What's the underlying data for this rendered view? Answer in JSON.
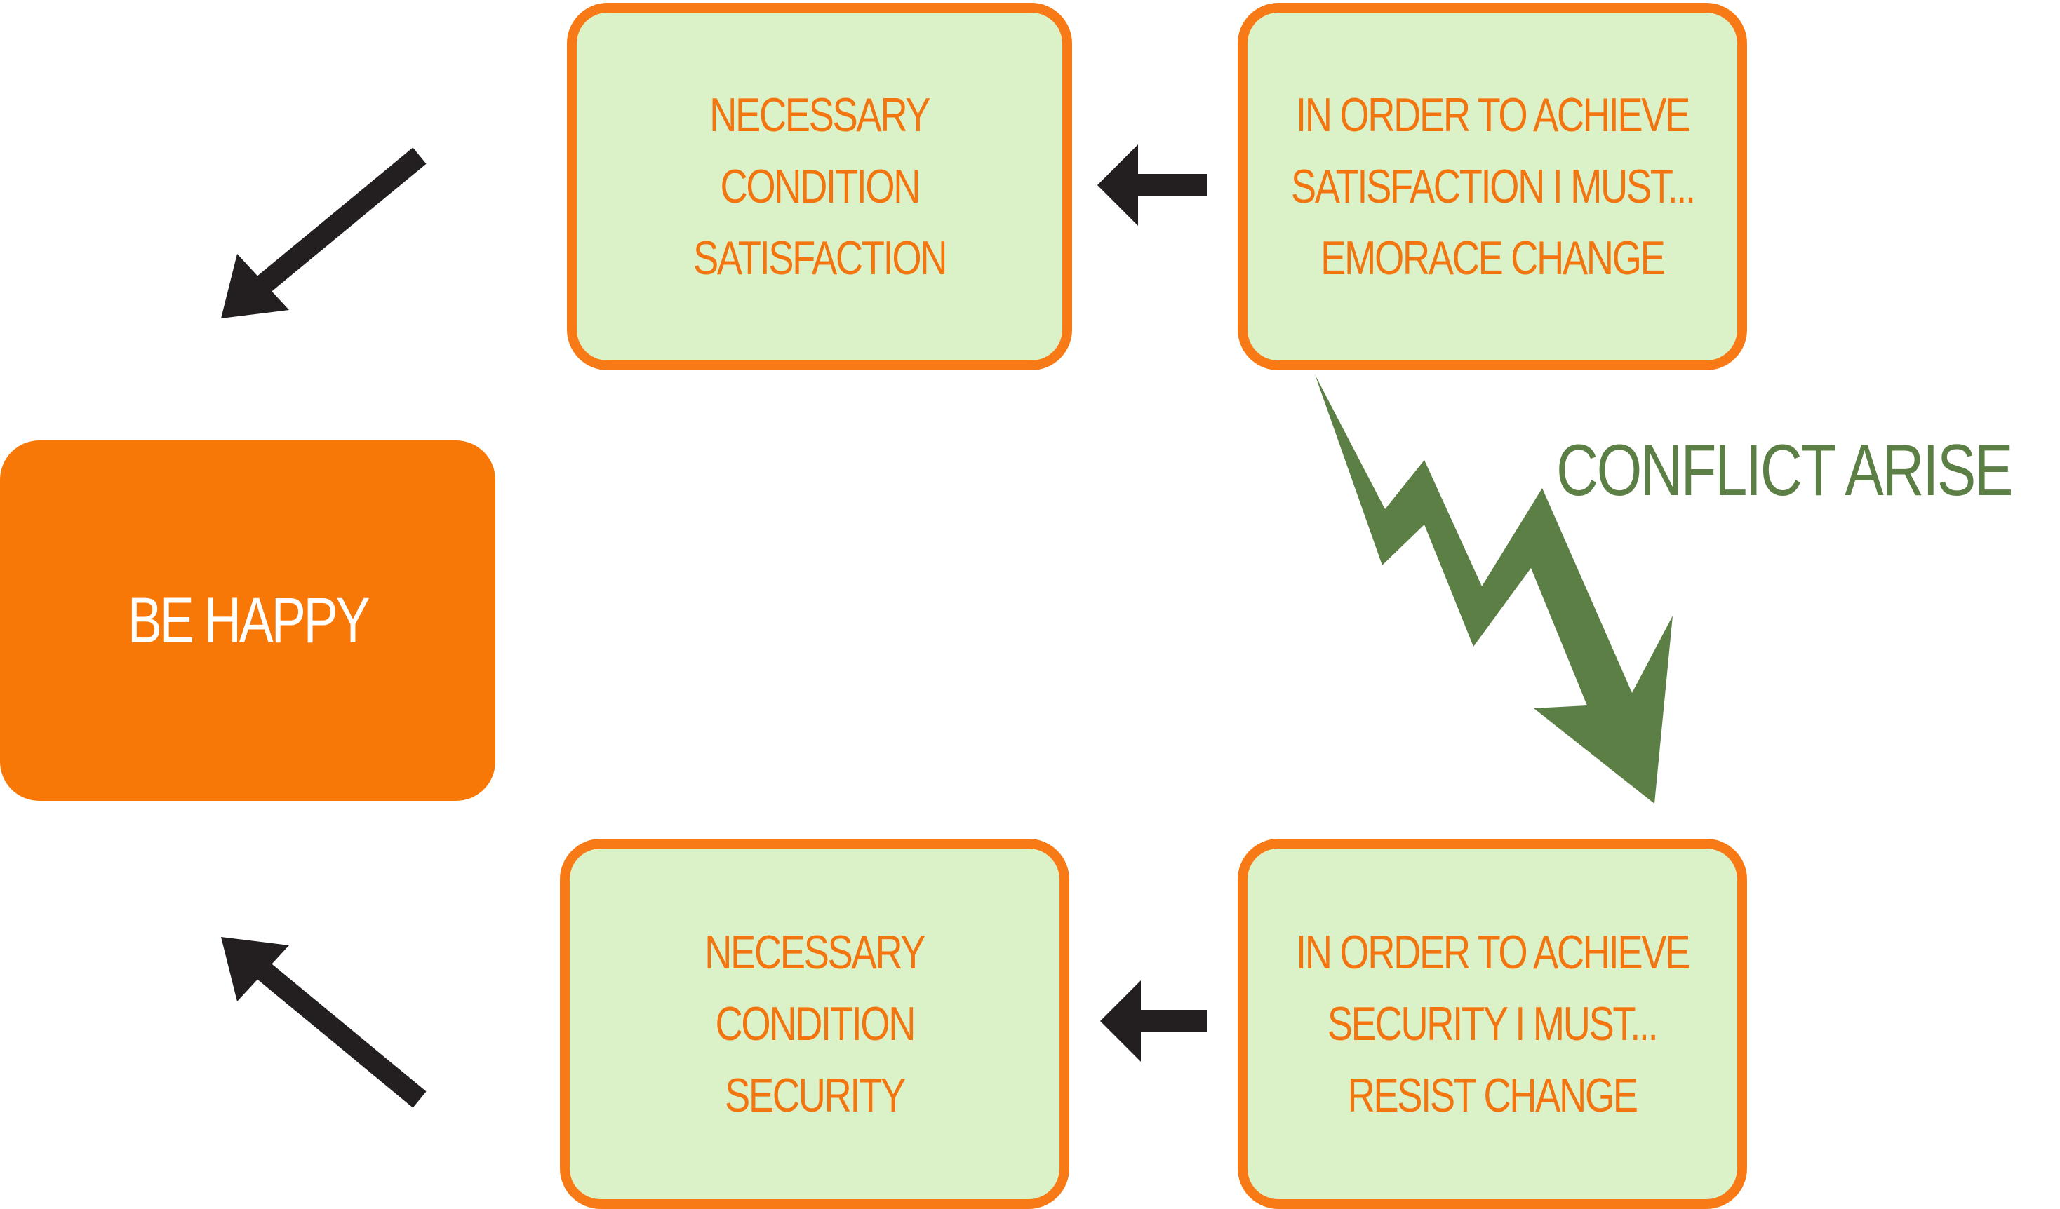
{
  "goal": {
    "label": "BE HAPPY",
    "color": "#f77707"
  },
  "conditions": [
    {
      "lines": [
        "NECESSARY",
        "CONDITION",
        "SATISFACTION"
      ]
    },
    {
      "lines": [
        "NECESSARY",
        "CONDITION",
        "SECURITY"
      ]
    }
  ],
  "prerequisites": [
    {
      "lines": [
        "IN ORDER TO ACHIEVE",
        "SATISFACTION I MUST...",
        "EMORACE CHANGE"
      ]
    },
    {
      "lines": [
        "IN ORDER TO ACHIEVE",
        "SECURITY I MUST...",
        "RESIST CHANGE"
      ]
    }
  ],
  "conflict": {
    "label": "CONFLICT ARISE",
    "color": "#5c7f46"
  },
  "colors": {
    "card_fill": "#dbf2c8",
    "card_border": "#f77a16",
    "card_text": "#f27510",
    "arrow": "#231f20"
  }
}
